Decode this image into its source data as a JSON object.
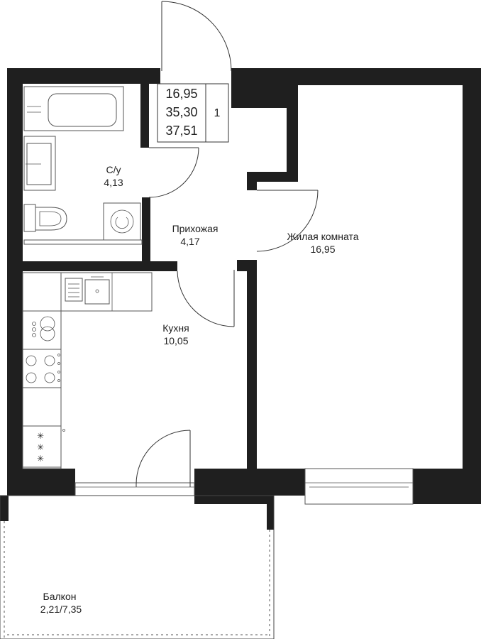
{
  "info_box": {
    "living_area": "16,95",
    "total_area": "35,30",
    "total_with_balcony": "37,51",
    "rooms": "1"
  },
  "rooms": {
    "bathroom": {
      "name": "С/у",
      "area": "4,13"
    },
    "hallway": {
      "name": "Прихожая",
      "area": "4,17"
    },
    "living_room": {
      "name": "Жилая комната",
      "area": "16,95"
    },
    "kitchen": {
      "name": "Кухня",
      "area": "10,05"
    },
    "balcony": {
      "name": "Балкон",
      "area": "2,21/7,35"
    }
  },
  "colors": {
    "wall": "#1f1f1f",
    "line": "#333333",
    "background": "#ffffff"
  }
}
